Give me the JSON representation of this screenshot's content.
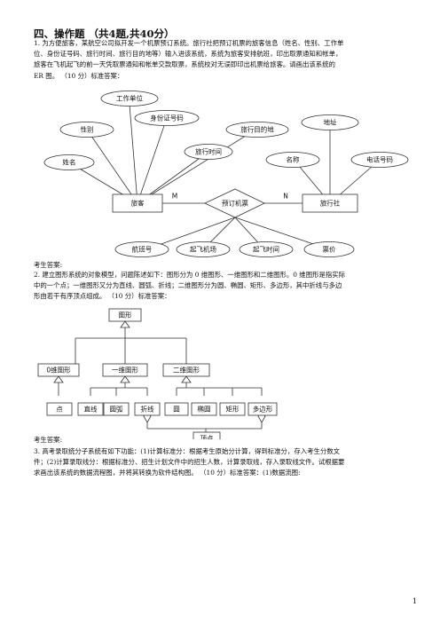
{
  "section_title": "四、操作题 （共4题,共40分）",
  "q1": {
    "lines": [
      "1. 为方便旅客，某航空公司拟开发一个机票预订系统。旅行社把预订机票的旅客信息（姓名、性别、工作单",
      "位、身份证号码、旅行时间、旅行目的地等）输入进该系统，系统为旅客安排航班，印出取票通知和帐单，",
      "旅客在飞机起飞的前一天凭取票通知和帐单交款取票，系统校对无误即印出机票给旅客。请画出该系统的",
      "ER 图。 （10 分）标准答案："
    ],
    "answer_label": "考生答案:"
  },
  "er": {
    "entities": [
      "旅客",
      "旅行社"
    ],
    "relationship": "预订机票",
    "cardinality": [
      "M",
      "N"
    ],
    "attributes": [
      "工作单位",
      "身份证号码",
      "性别",
      "姓名",
      "旅行时间",
      "旅行目的地",
      "地址",
      "名称",
      "电话号码",
      "航班号",
      "起飞机场",
      "起飞时间",
      "票价"
    ]
  },
  "q2": {
    "lines": [
      "2. 建立图形系统的对象模型，问题陈述如下：图形分为 0 维图形、一维图形和二维图形。0 维图形是指实际",
      "中的一个点；一维图形又分为直线、圆弧、折线；二维图形分为圆、椭圆、矩形、多边形，其中折线与多边",
      "形由若干有序顶点组成。 （10 分）标准答案："
    ],
    "answer_label": "考生答案:"
  },
  "class_diagram": {
    "root": "图形",
    "level1": [
      "0维图形",
      "一维图形",
      "二维图形"
    ],
    "leaves": [
      "点",
      "直线",
      "圆弧",
      "折线",
      "圆",
      "椭圆",
      "矩形",
      "多边形"
    ],
    "vertex": "顶点"
  },
  "q3": {
    "lines": [
      "3. 高考录取统分子系统有如下功能：(1)计算标准分：根据考生原始分计算，得到标准分，存入考生分数文",
      "件；(2)计算录取线分：根据标准分、招生计划文件中的招生人数，计算录取线，存入录取线文件。试根据要",
      "求画出该系统的数据流程图，并将其转换为软件结构图。 （10 分）标准答案：(1)数据流图:"
    ]
  },
  "page_number": "1"
}
